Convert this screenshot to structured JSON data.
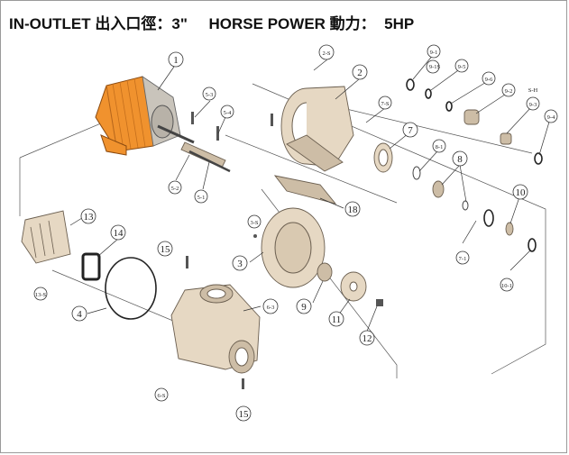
{
  "title": {
    "inlet_label": "IN-OUTLET",
    "inlet_cjk": "出入口徑",
    "inlet_value": "：3\"",
    "power_label": "HORSE POWER",
    "power_cjk": "動力：",
    "power_value": "5HP"
  },
  "colors": {
    "motor": "#f0922e",
    "body": "#e6d8c3",
    "line": "#333333"
  },
  "labels": {
    "p1": "1",
    "p2": "2",
    "p2s": "2-S",
    "p3": "3",
    "p3s": "3-S",
    "p4": "4",
    "p5_1": "5-1",
    "p5_2": "5-2",
    "p5_3": "5-3",
    "p5_4": "5-4",
    "p6_3": "6-3",
    "p6s": "6-S",
    "p7": "7",
    "p7s": "7-S",
    "p7_1": "7-1",
    "p8": "8",
    "p8_1": "8-1",
    "p9": "9",
    "p9_1": "9-1",
    "p9_1s": "9-1S",
    "p9_2": "9-2",
    "p9_3": "9-3",
    "p9_4": "9-4",
    "p9_5": "9-5",
    "p9_6": "9-6",
    "sh": "S-H",
    "p10": "10",
    "p10_1": "10-1",
    "p11": "11",
    "p12": "12",
    "p13": "13",
    "p13s": "13-S",
    "p14": "14",
    "p15a": "15",
    "p15b": "15",
    "p18": "18"
  }
}
